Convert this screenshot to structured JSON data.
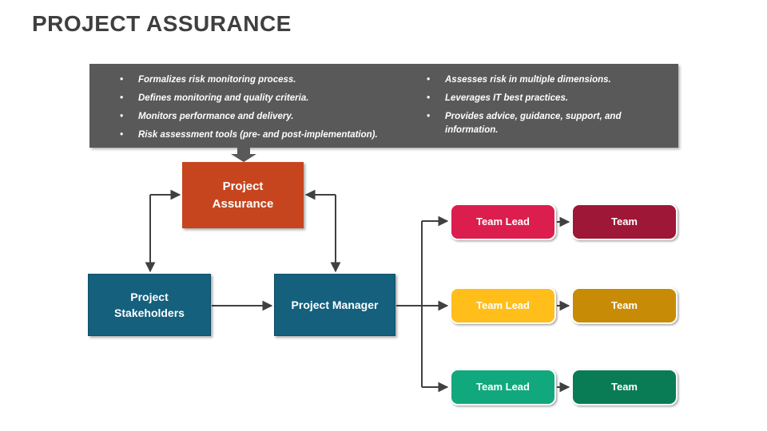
{
  "slide_title": "PROJECT ASSURANCE",
  "info_box": {
    "bg_color": "#595959",
    "left_bullets": [
      "Formalizes risk monitoring process.",
      "Defines monitoring and quality criteria.",
      "Monitors performance and delivery.",
      "Risk assessment tools (pre- and post-implementation)."
    ],
    "right_bullets": [
      "Assesses risk in multiple dimensions.",
      "Leverages IT best practices.",
      "Provides advice, guidance, support, and information."
    ]
  },
  "diagram": {
    "project_assurance": {
      "label": "Project Assurance",
      "color": "#C7451E"
    },
    "project_stakeholders": {
      "label": "Project Stakeholders",
      "color": "#14607D"
    },
    "project_manager": {
      "label": "Project Manager",
      "color": "#14607D"
    },
    "team_rows": [
      {
        "lead_label": "Team Lead",
        "team_label": "Team",
        "lead_color": "#DC1E4E",
        "team_color": "#9E1736"
      },
      {
        "lead_label": "Team Lead",
        "team_label": "Team",
        "lead_color": "#FFBE19",
        "team_color": "#C78B06"
      },
      {
        "lead_label": "Team Lead",
        "team_label": "Team",
        "lead_color": "#12A87D",
        "team_color": "#0A7C55"
      }
    ]
  },
  "palette": {
    "title_color": "#3F3F3F",
    "connector_color": "#404040",
    "big_arrow_color": "#595959",
    "text_on_dark": "#FFFFFF"
  }
}
